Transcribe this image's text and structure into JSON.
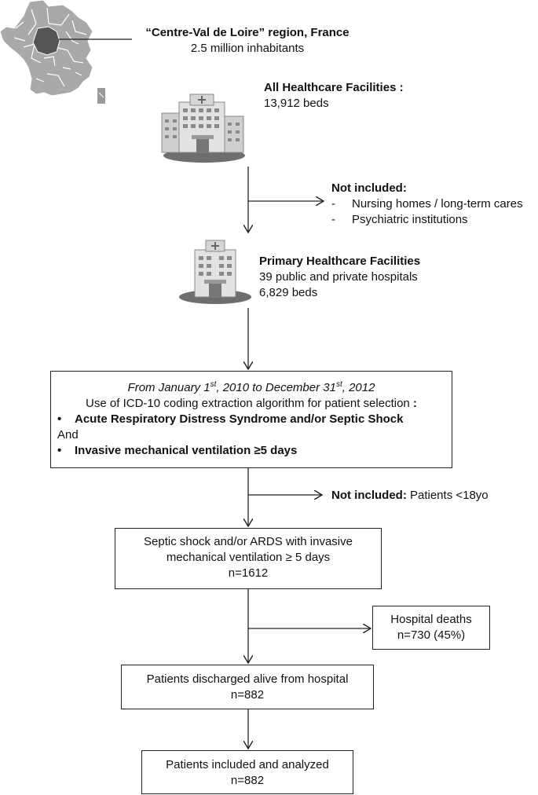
{
  "region": {
    "title": "“Centre-Val de Loire” region, France",
    "subtitle": "2.5 million inhabitants"
  },
  "all_facilities": {
    "title": "All Healthcare Facilities :",
    "beds": "13,912 beds"
  },
  "exclusion1": {
    "title": "Not included:",
    "items": [
      "Nursing homes / long-term cares",
      "Psychiatric institutions"
    ]
  },
  "primary_facilities": {
    "title": "Primary Healthcare Facilities",
    "hospitals": "39 public and private hospitals",
    "beds": "6,829 beds"
  },
  "selection_box": {
    "period_prefix": "From January 1",
    "period_sup1": "st",
    "period_mid": ", 2010 to December 31",
    "period_sup2": "st",
    "period_suffix": ", 2012",
    "algorithm_text": "Use of ICD-10 coding extraction algorithm  for patient selection",
    "algorithm_colon": " :",
    "criterion1": "Acute Respiratory Distress Syndrome and/or Septic Shock",
    "and_text": "And",
    "criterion2": "Invasive mechanical ventilation ≥5 days"
  },
  "exclusion2": {
    "title": "Not included:",
    "text": " Patients <18yo"
  },
  "cohort_box": {
    "line1": "Septic shock and/or ARDS with invasive",
    "line2": "mechanical ventilation ≥ 5 days",
    "count": "n=1612"
  },
  "deaths_box": {
    "line1": "Hospital deaths",
    "count": "n=730 (45%)"
  },
  "discharged_box": {
    "line1": "Patients discharged alive from hospital",
    "count": "n=882"
  },
  "final_box": {
    "line1": "Patients included and analyzed",
    "count": "n=882"
  },
  "colors": {
    "highlight_region": "#555555",
    "map_fill": "#a9a9a9",
    "map_stroke": "#ffffff",
    "line": "#222222"
  }
}
